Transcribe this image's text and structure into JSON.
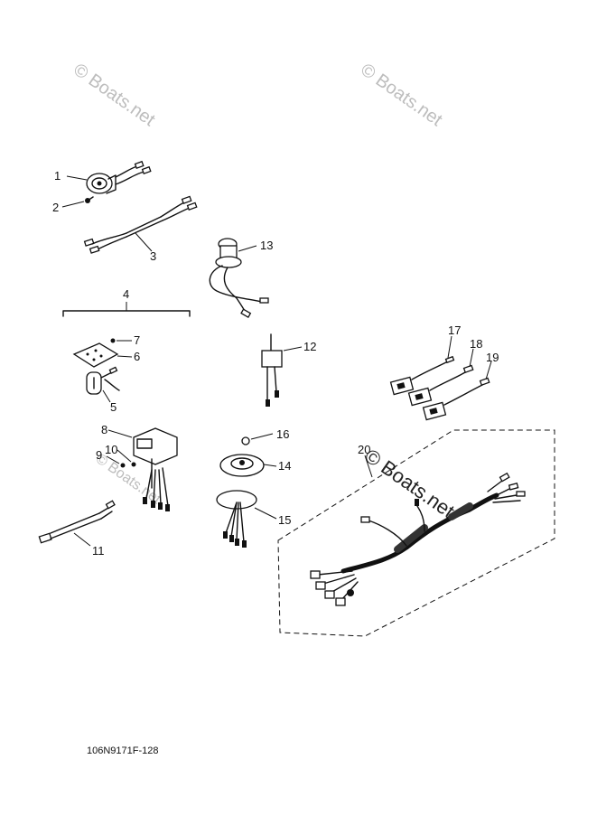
{
  "watermarks": [
    "© Boats.net",
    "© Boats.net",
    "© Boats.net",
    "© Boats.net"
  ],
  "callouts": {
    "c1": "1",
    "c2": "2",
    "c3": "3",
    "c4": "4",
    "c5": "5",
    "c6": "6",
    "c7": "7",
    "c8": "8",
    "c9": "9",
    "c10": "10",
    "c11": "11",
    "c12": "12",
    "c13": "13",
    "c14": "14",
    "c15": "15",
    "c16": "16",
    "c17": "17",
    "c18": "18",
    "c19": "19",
    "c20": "20"
  },
  "diagram_code": "106N9171F-128"
}
